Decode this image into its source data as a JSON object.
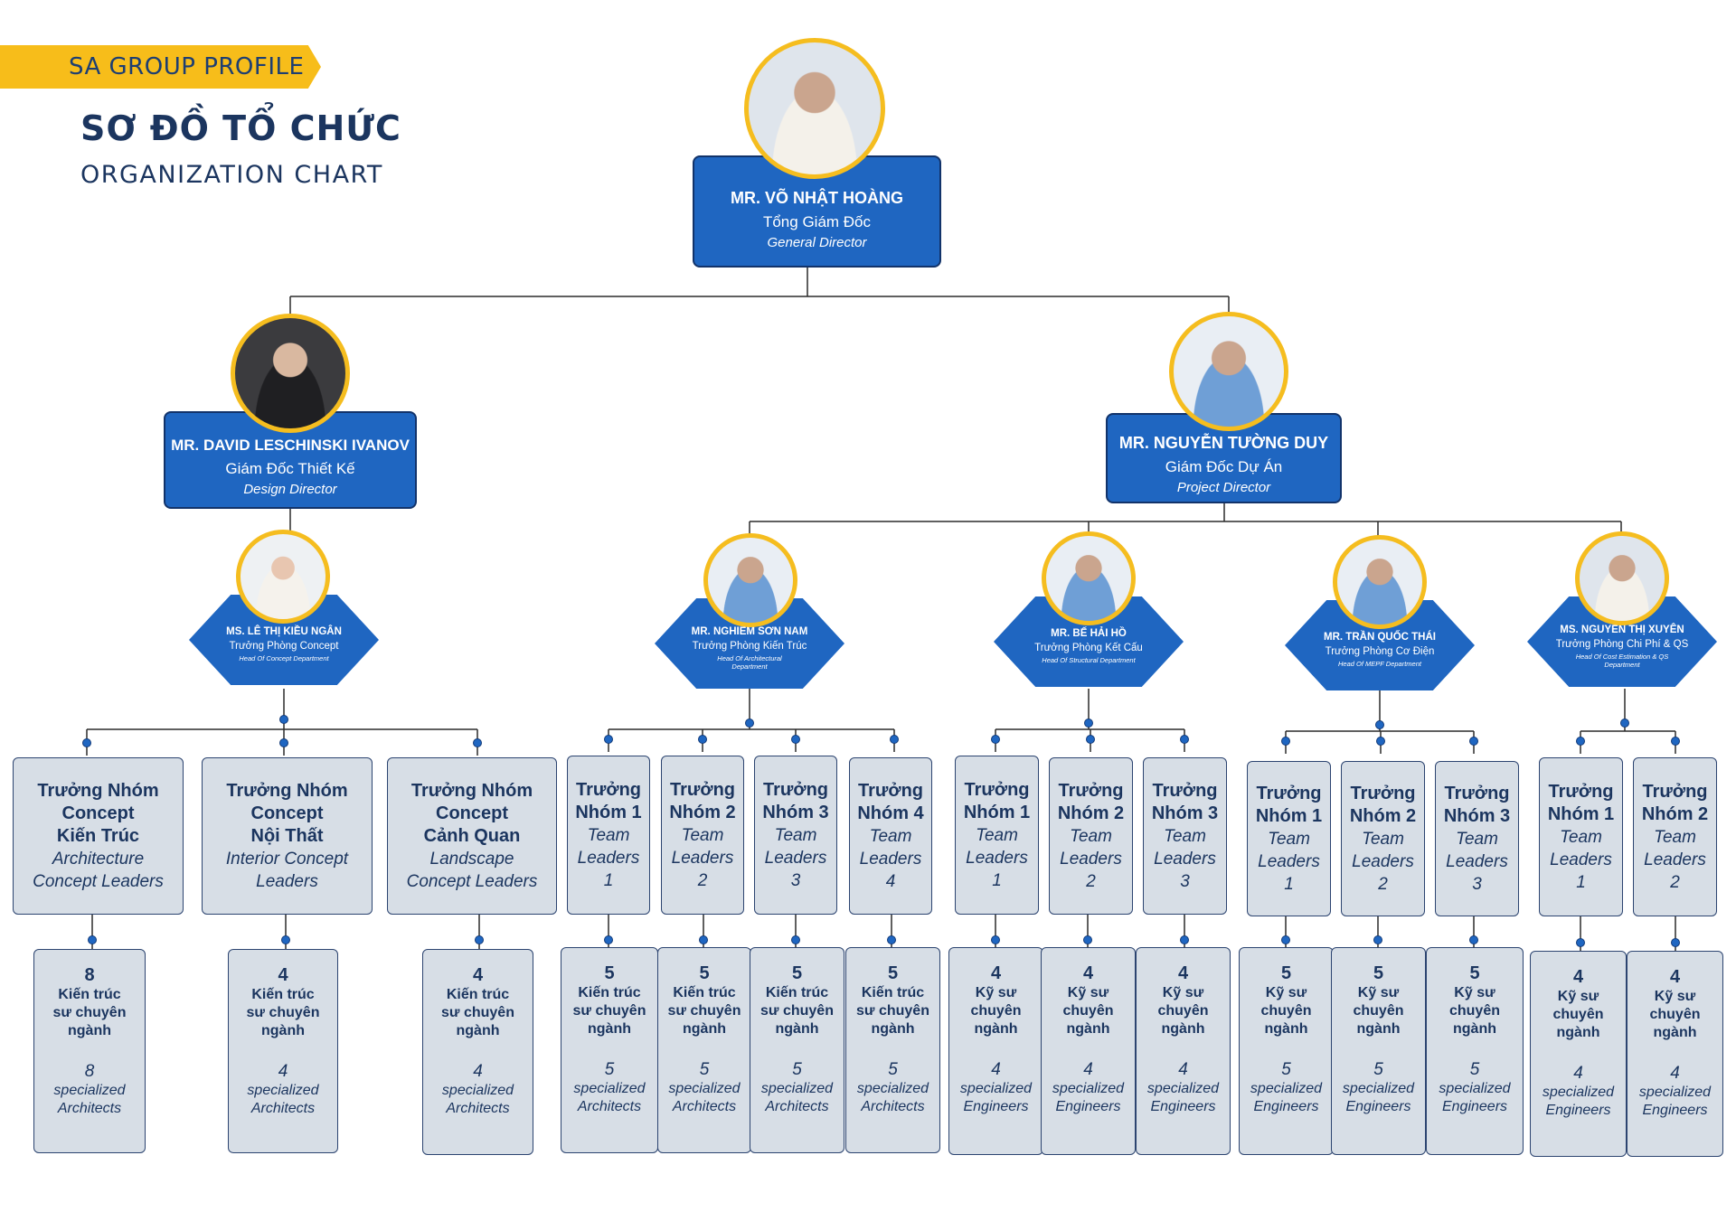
{
  "header": {
    "tag": "SA GROUP PROFILE",
    "title_vi": "SƠ ĐỒ TỔ CHỨC",
    "title_en": "ORGANIZATION CHART"
  },
  "colors": {
    "accent": "#f7bd1a",
    "primary": "#1f66c1",
    "card": "#d7dee6",
    "text": "#1b355f"
  },
  "gd": {
    "name": "MR. VÕ NHẬT HOÀNG",
    "title_vi": "Tổng Giám Đốc",
    "title_en": "General Director"
  },
  "design": {
    "name": "MR. DAVID LESCHINSKI IVANOV",
    "title_vi": "Giám Đốc Thiết Kế",
    "title_en": "Design Director"
  },
  "project": {
    "name": "MR. NGUYỄN TƯỜNG DUY",
    "title_vi": "Giám Đốc Dự Án",
    "title_en": "Project Director"
  },
  "heads": [
    {
      "name": "MS. LÊ THỊ KIỀU NGÂN",
      "title_vi": "Trưởng Phòng Concept",
      "title_en": "Head Of Concept Department"
    },
    {
      "name": "MR. NGHIÊM SƠN NAM",
      "title_vi": "Trưởng Phòng Kiến Trúc",
      "title_en": "Head Of Architectural Department"
    },
    {
      "name": "MR. BẾ HẢI HỒ",
      "title_vi": "Trưởng Phòng Kết Cấu",
      "title_en": "Head Of Structural Department"
    },
    {
      "name": "MR. TRẦN QUỐC THÁI",
      "title_vi": "Trưởng Phòng Cơ Điện",
      "title_en": "Head Of MEPF Department"
    },
    {
      "name": "MS. NGUYỄN THỊ XUYÊN",
      "title_vi": "Trưởng Phòng Chi Phí & QS",
      "title_en": "Head Of Cost Estimation & QS Department"
    }
  ],
  "leaders": [
    {
      "vi": "Trưởng Nhóm\nConcept\nKiến Trúc",
      "en": "Architecture\nConcept Leaders"
    },
    {
      "vi": "Trưởng Nhóm\nConcept\nNội Thất",
      "en": "Interior Concept\nLeaders"
    },
    {
      "vi": "Trưởng Nhóm\nConcept\nCảnh Quan",
      "en": "Landscape\nConcept Leaders"
    },
    {
      "vi": "Trưởng\nNhóm 1",
      "en": "Team\nLeaders\n1"
    },
    {
      "vi": "Trưởng\nNhóm 2",
      "en": "Team\nLeaders\n2"
    },
    {
      "vi": "Trưởng\nNhóm 3",
      "en": "Team\nLeaders\n3"
    },
    {
      "vi": "Trưởng\nNhóm 4",
      "en": "Team\nLeaders\n4"
    },
    {
      "vi": "Trưởng\nNhóm 1",
      "en": "Team\nLeaders\n1"
    },
    {
      "vi": "Trưởng\nNhóm 2",
      "en": "Team\nLeaders\n2"
    },
    {
      "vi": "Trưởng\nNhóm 3",
      "en": "Team\nLeaders\n3"
    },
    {
      "vi": "Trưởng\nNhóm 1",
      "en": "Team\nLeaders\n1"
    },
    {
      "vi": "Trưởng\nNhóm 2",
      "en": "Team\nLeaders\n2"
    },
    {
      "vi": "Trưởng\nNhóm 3",
      "en": "Team\nLeaders\n3"
    },
    {
      "vi": "Trưởng\nNhóm 1",
      "en": "Team\nLeaders\n1"
    },
    {
      "vi": "Trưởng\nNhóm 2",
      "en": "Team\nLeaders\n2"
    }
  ],
  "members": [
    {
      "count": "8",
      "vi": "Kiến trúc\nsư chuyên\nngành",
      "count_en": "8",
      "en": "specialized\nArchitects"
    },
    {
      "count": "4",
      "vi": "Kiến trúc\nsư chuyên\nngành",
      "count_en": "4",
      "en": "specialized\nArchitects"
    },
    {
      "count": "4",
      "vi": "Kiến trúc\nsư chuyên\nngành",
      "count_en": "4",
      "en": "specialized\nArchitects"
    },
    {
      "count": "5",
      "vi": "Kiến trúc\nsư chuyên\nngành",
      "count_en": "5",
      "en": "specialized\nArchitects"
    },
    {
      "count": "5",
      "vi": "Kiến trúc\nsư chuyên\nngành",
      "count_en": "5",
      "en": "specialized\nArchitects"
    },
    {
      "count": "5",
      "vi": "Kiến trúc\nsư chuyên\nngành",
      "count_en": "5",
      "en": "specialized\nArchitects"
    },
    {
      "count": "5",
      "vi": "Kiến trúc\nsư chuyên\nngành",
      "count_en": "5",
      "en": "specialized\nArchitects"
    },
    {
      "count": "4",
      "vi": "Kỹ sư\nchuyên\nngành",
      "count_en": "4",
      "en": "specialized\nEngineers"
    },
    {
      "count": "4",
      "vi": "Kỹ sư\nchuyên\nngành",
      "count_en": "4",
      "en": "specialized\nEngineers"
    },
    {
      "count": "4",
      "vi": "Kỹ sư\nchuyên\nngành",
      "count_en": "4",
      "en": "specialized\nEngineers"
    },
    {
      "count": "5",
      "vi": "Kỹ sư\nchuyên\nngành",
      "count_en": "5",
      "en": "specialized\nEngineers"
    },
    {
      "count": "5",
      "vi": "Kỹ sư\nchuyên\nngành",
      "count_en": "5",
      "en": "specialized\nEngineers"
    },
    {
      "count": "5",
      "vi": "Kỹ sư\nchuyên\nngành",
      "count_en": "5",
      "en": "specialized\nEngineers"
    },
    {
      "count": "4",
      "vi": "Kỹ sư\nchuyên\nngành",
      "count_en": "4",
      "en": "specialized\nEngineers"
    },
    {
      "count": "4",
      "vi": "Kỹ sư\nchuyên\nngành",
      "count_en": "4",
      "en": "specialized\nEngineers"
    }
  ]
}
